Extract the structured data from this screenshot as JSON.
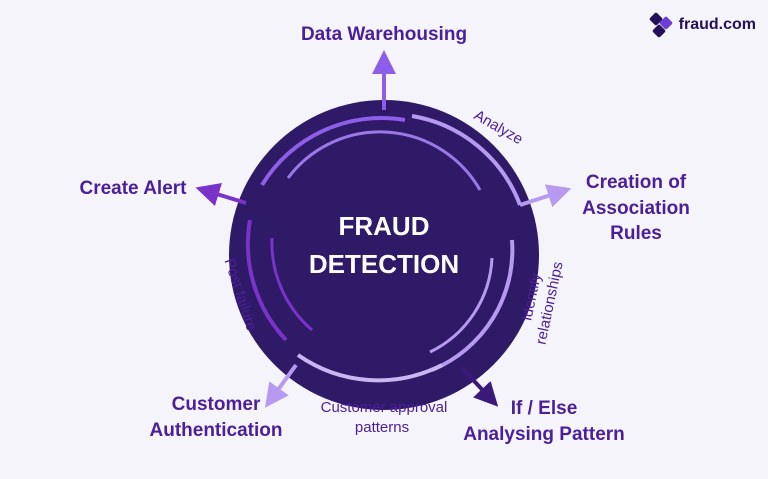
{
  "brand": {
    "name": "fraud.com"
  },
  "center": {
    "line1": "FRAUD",
    "line2": "DETECTION"
  },
  "outputs": {
    "top": "Data Warehousing",
    "right_1": "Creation of",
    "right_2": "Association",
    "right_3": "Rules",
    "bottom_right_1": "If / Else",
    "bottom_right_2": "Analysing Pattern",
    "bottom_left_1": "Customer",
    "bottom_left_2": "Authentication",
    "left": "Create Alert"
  },
  "stages": {
    "analyze": "Analyze",
    "identify_1": "Identify",
    "identify_2": "relationships",
    "approval_1": "Customer approval",
    "approval_2": "patterns",
    "post_failure": "Post failure"
  },
  "colors": {
    "dark_circle": "#2e1a66",
    "accent_light": "#b59af0",
    "accent_mid": "#8d5fe8",
    "accent_purple": "#7a32c8",
    "text_purple": "#4a1f9a"
  }
}
